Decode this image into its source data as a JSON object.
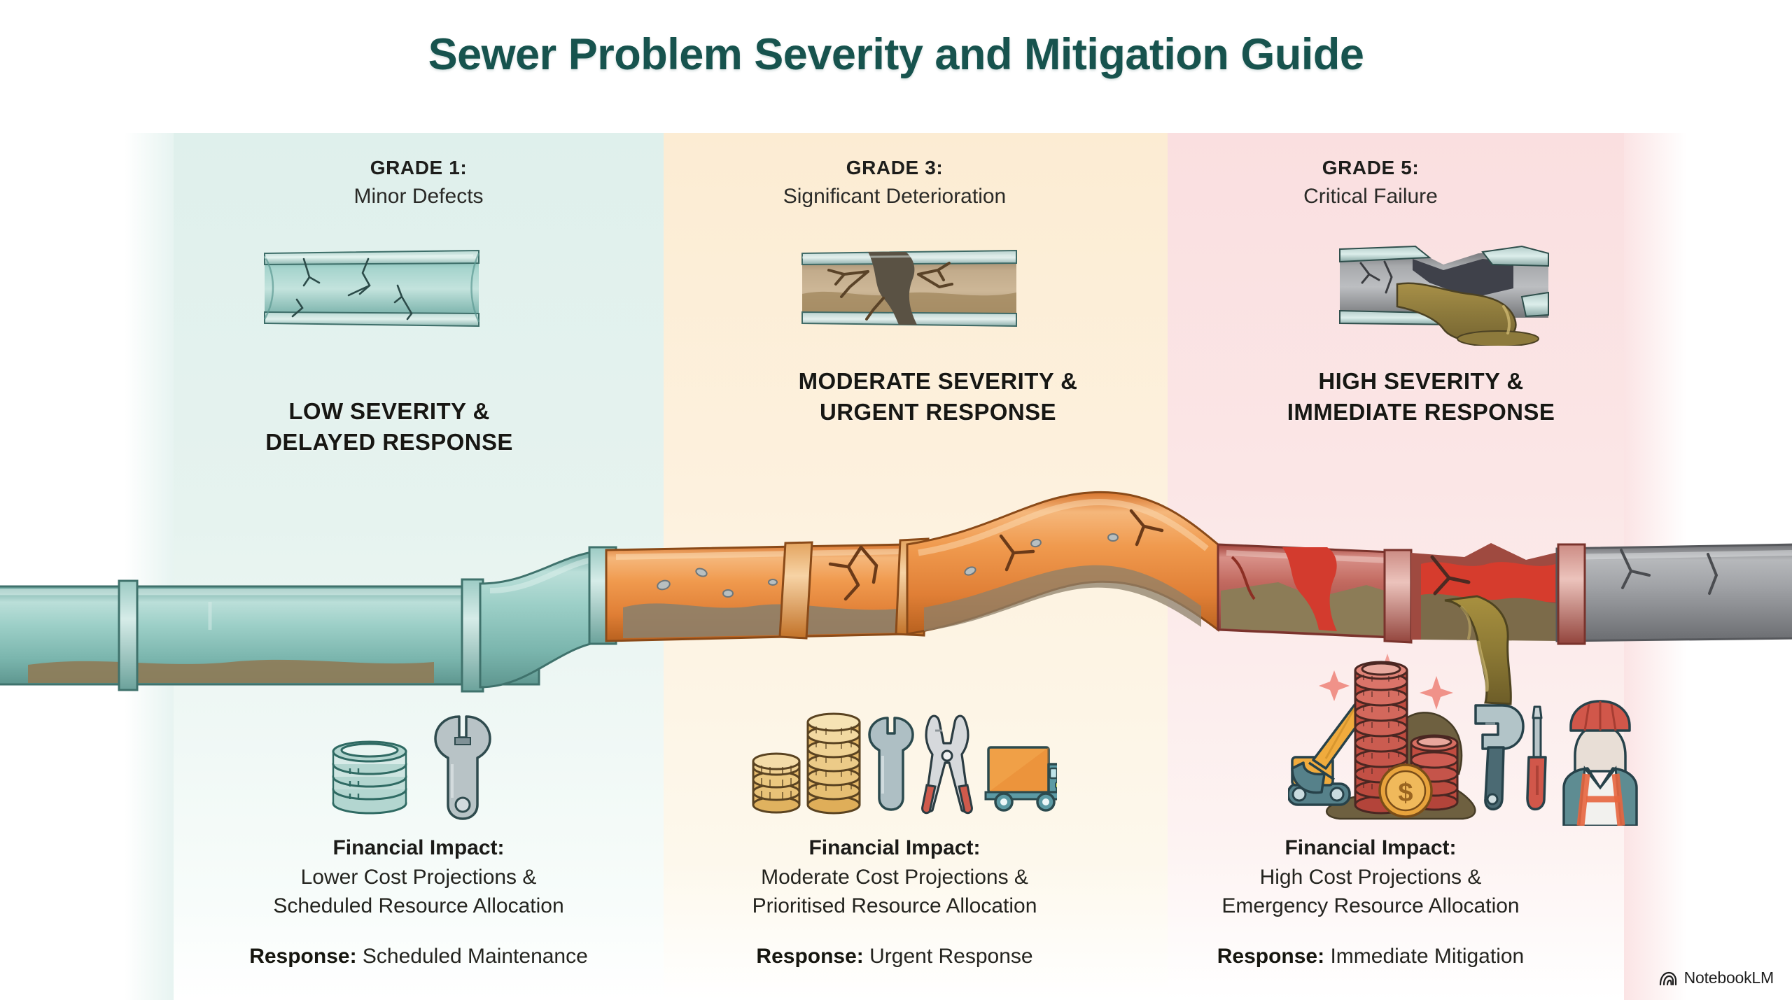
{
  "page": {
    "title": "Sewer Problem Severity and Mitigation Guide",
    "title_color": "#17534e",
    "background": "#ffffff"
  },
  "watermark": {
    "label": "NotebookLM",
    "icon": "notebooklm-spiral-icon"
  },
  "columns": [
    {
      "id": "grade-1",
      "grade_label": "GRADE 1:",
      "grade_name": "Minor Defects",
      "severity": [
        "LOW SEVERITY &",
        "DELAYED RESPONSE"
      ],
      "band_color": "#dff0ec",
      "pipe_color": "#8fc3bd",
      "sample_pipe": {
        "icon": "cracked-pipe-minor-icon",
        "description": "Teal pipe section with thin hairline cracks"
      },
      "icons": [
        {
          "name": "coin-stack-icon",
          "color": "#9ec9c3"
        },
        {
          "name": "wrench-icon",
          "color": "#b6bfc2"
        }
      ],
      "financial_label": "Financial Impact:",
      "financial_lines": [
        "Lower Cost Projections &",
        "Scheduled Resource Allocation"
      ],
      "response_label": "Response:",
      "response_value": "Scheduled Maintenance"
    },
    {
      "id": "grade-3",
      "grade_label": "GRADE 3:",
      "grade_name": "Significant Deterioration",
      "severity": [
        "MODERATE SEVERITY &",
        "URGENT RESPONSE"
      ],
      "band_color": "#fcecd3",
      "pipe_color": "#ef8f44",
      "sample_pipe": {
        "icon": "cracked-pipe-moderate-icon",
        "description": "Sediment-filled pipe with large branching crack"
      },
      "icons": [
        {
          "name": "coin-stack-short-icon",
          "color": "#e9b85c"
        },
        {
          "name": "coin-stack-tall-icon",
          "color": "#e9b85c"
        },
        {
          "name": "wrench-icon",
          "color": "#9fb3b8"
        },
        {
          "name": "pliers-icon",
          "color": "#d9554a"
        },
        {
          "name": "truck-icon",
          "color": "#f19b3e"
        }
      ],
      "financial_label": "Financial Impact:",
      "financial_lines": [
        "Moderate Cost Projections &",
        "Prioritised Resource Allocation"
      ],
      "response_label": "Response:",
      "response_value": "Urgent Response"
    },
    {
      "id": "grade-5",
      "grade_label": "GRADE 5:",
      "grade_name": "Critical Failure",
      "severity": [
        "HIGH SEVERITY &",
        "IMMEDIATE RESPONSE"
      ],
      "band_color": "#fadfe0",
      "pipe_color": "#c2504a",
      "sample_pipe": {
        "icon": "broken-pipe-critical-icon",
        "description": "Grey pipe ruptured with sewage spilling out"
      },
      "icons": [
        {
          "name": "excavator-icon",
          "color": "#f0ab3d"
        },
        {
          "name": "coin-stack-tall-red-icon",
          "color": "#c7524a"
        },
        {
          "name": "dollar-coin-icon",
          "color": "#e8a33c"
        },
        {
          "name": "pipe-wrench-icon",
          "color": "#7b9498"
        },
        {
          "name": "screwdriver-icon",
          "color": "#d9524a"
        },
        {
          "name": "construction-worker-icon",
          "color": "#d9524a"
        }
      ],
      "financial_label": "Financial Impact:",
      "financial_lines": [
        "High Cost Projections &",
        "Emergency Resource Allocation"
      ],
      "response_label": "Response:",
      "response_value": "Immediate Mitigation"
    }
  ]
}
